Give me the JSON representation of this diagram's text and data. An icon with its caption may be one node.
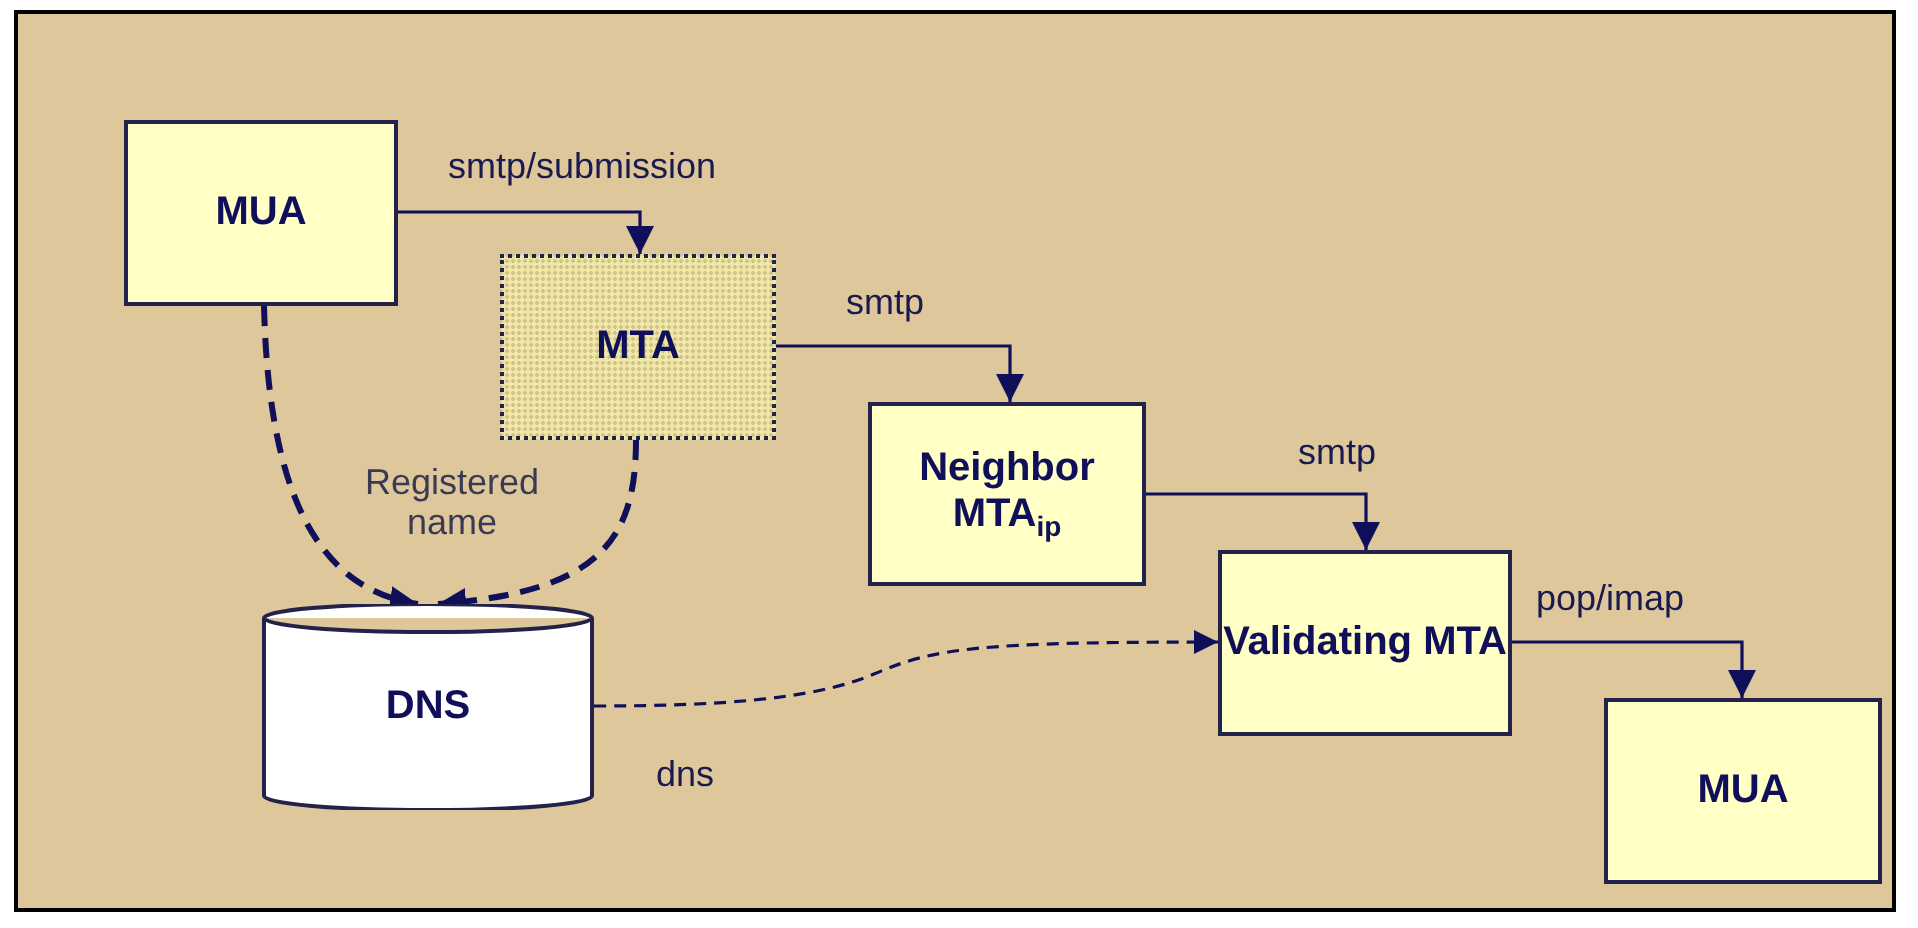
{
  "diagram": {
    "nodes": [
      {
        "text": [
          "MUA"
        ]
      },
      {
        "text": [
          "MTA"
        ]
      },
      {
        "text": [
          "Neighbor MTA$_{ip}$"
        ]
      },
      {
        "text": [
          "Validating MTA"
        ]
      },
      {
        "text": [
          "MUA"
        ]
      },
      {
        "text": [
          "DNS"
        ]
      }
    ],
    "edges": [
      {
        "from": 0,
        "to": 1,
        "arrow": "to",
        "label": "smtp/submission"
      },
      {
        "from": 1,
        "to": 2,
        "arrow": "to",
        "label": "smtp"
      },
      {
        "from": 2,
        "to": 3,
        "arrow": "to",
        "label": "smtp"
      },
      {
        "from": 3,
        "to": 4,
        "arrow": "to",
        "label": "pop/imap"
      },
      {
        "from": 5,
        "to": 3,
        "arrow": "to",
        "label": "dns",
        "style": "dashed"
      },
      {
        "from": 0,
        "to": 5,
        "arrow": "to",
        "style": "dashed"
      },
      {
        "from": 1,
        "to": 5,
        "arrow": "to",
        "style": "dashed"
      }
    ],
    "labels": [
      "Registered name"
    ]
  }
}
